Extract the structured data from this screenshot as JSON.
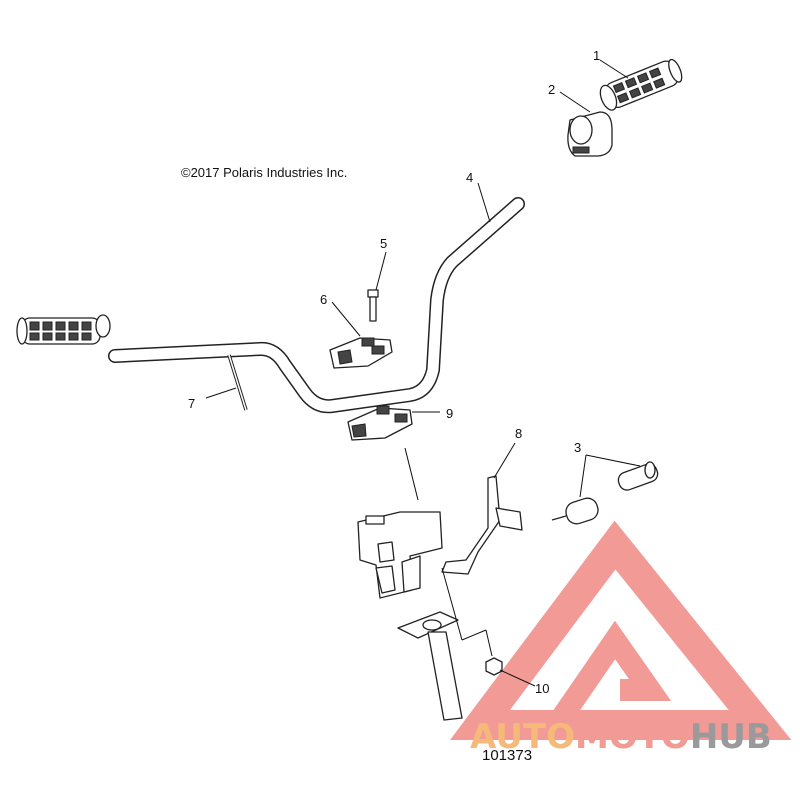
{
  "copyright": "©2017 Polaris Industries Inc.",
  "part_number": "101373",
  "callouts": [
    "1",
    "2",
    "3",
    "4",
    "5",
    "6",
    "7",
    "8",
    "9",
    "10"
  ],
  "watermark": {
    "word_part1": "AUTO",
    "word_part2": "MOTO",
    "word_part3": "HUB",
    "color_auto": "#f5b97a",
    "color_moto": "#f29a94",
    "color_hub": "#9a9a9a",
    "logo_color": "#f08a84"
  }
}
